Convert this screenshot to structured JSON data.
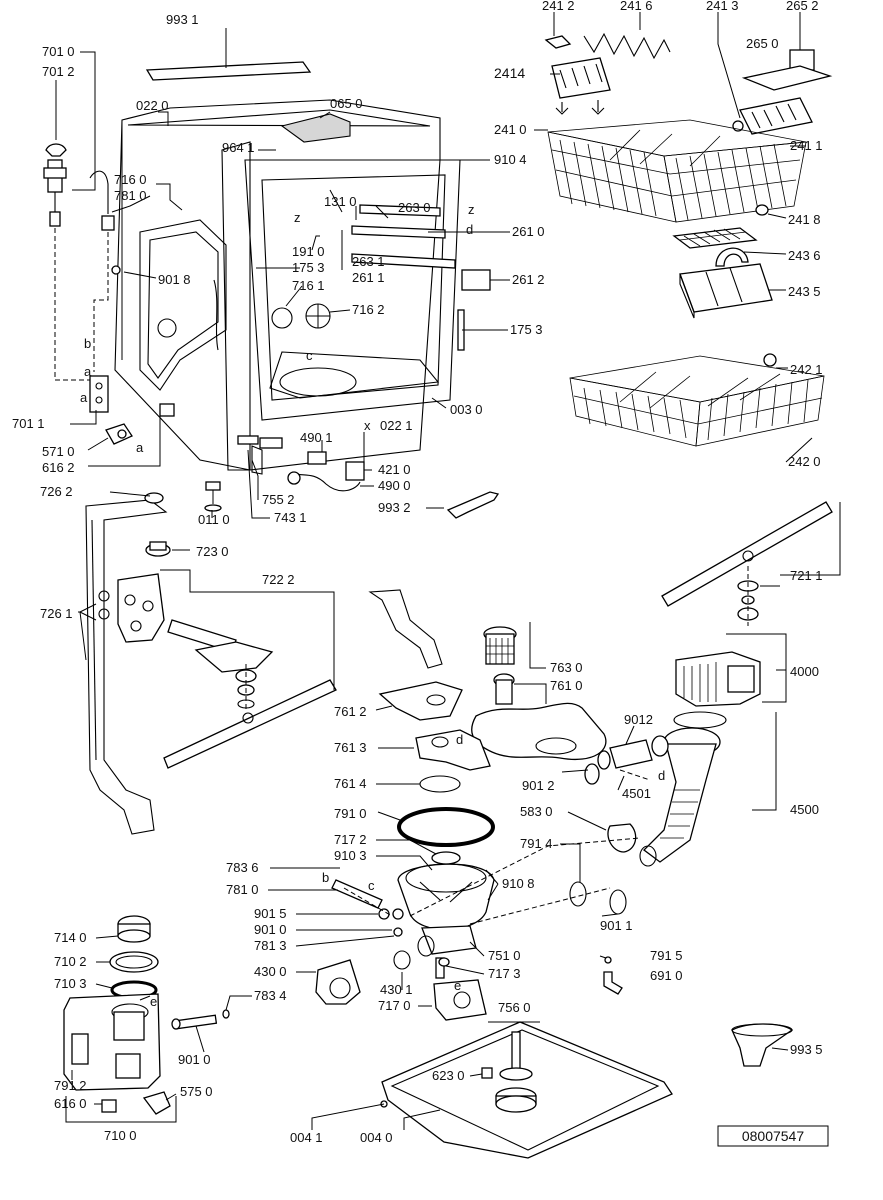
{
  "doc_code": "08007547",
  "labels": {
    "l_9931": "993 1",
    "l_7010": "701 0",
    "l_7012": "701 2",
    "l_0220": "022 0",
    "l_0650": "065 0",
    "l_9641": "964 1",
    "l_9104": "910 4",
    "l_7160": "716 0",
    "l_7810": "781 0",
    "l_1310": "131 0",
    "l_2630": "263 0",
    "l_1910": "191 0",
    "l_1753a": "175 3",
    "l_2631": "263 1",
    "l_2611": "261 1",
    "l_2610": "261 0",
    "l_2612": "261 2",
    "l_9018": "901 8",
    "l_7161": "716 1",
    "l_7162": "716 2",
    "l_1753b": "175 3",
    "l_0030": "003 0",
    "l_7011": "701 1",
    "l_5710": "571 0",
    "l_6162": "616 2",
    "l_4901": "490 1",
    "l_0221": "022 1",
    "l_4210": "421 0",
    "l_4900": "490 0",
    "l_7552": "755 2",
    "l_7431": "743 1",
    "l_0110": "011 0",
    "l_9932": "993 2",
    "l_2412": "241 2",
    "l_2416": "241 6",
    "l_2413": "241 3",
    "l_2652": "265 2",
    "l_2650": "265 0",
    "l_2414": "2414",
    "l_2410": "241 0",
    "l_2411": "241 1",
    "l_2418": "241 8",
    "l_2436": "243 6",
    "l_2435": "243 5",
    "l_2421": "242 1",
    "l_2420": "242 0",
    "l_7262": "726 2",
    "l_7230": "723 0",
    "l_7222": "722 2",
    "l_7261": "726 1",
    "l_7211": "721 1",
    "l_7630": "763 0",
    "l_7610": "761 0",
    "l_4000": "4000",
    "l_7612": "761 2",
    "l_9012a": "9012",
    "l_7613": "761 3",
    "l_7614": "761 4",
    "l_9012b": "901 2",
    "l_4501": "4501",
    "l_4500": "4500",
    "l_5830": "583 0",
    "l_7910": "791 0",
    "l_7914": "791 4",
    "l_7172": "717 2",
    "l_9103": "910 3",
    "l_7836": "783 6",
    "l_9108": "910 8",
    "l_7810b": "781 0",
    "l_9015": "901 5",
    "l_9010": "901 0",
    "l_7813": "781 3",
    "l_9011": "901 1",
    "l_7140": "714 0",
    "l_7510": "751 0",
    "l_7102": "710 2",
    "l_4300": "430 0",
    "l_7173": "717 3",
    "l_7915": "791 5",
    "l_6910": "691 0",
    "l_7103": "710 3",
    "l_4301": "430 1",
    "l_7834": "783 4",
    "l_7170": "717 0",
    "l_7560": "756 0",
    "l_9010b": "901 0",
    "l_9935": "993 5",
    "l_7912": "791 2",
    "l_6230": "623 0",
    "l_5750": "575 0",
    "l_6160": "616 0",
    "l_7100": "710 0",
    "l_0041": "004 1",
    "l_0040": "004 0",
    "l_a1": "a",
    "l_b1": "b",
    "l_a2": "a",
    "l_a3": "a",
    "l_c1": "c",
    "l_z1": "z",
    "l_z2": "z",
    "l_x1": "x",
    "l_d1": "d",
    "l_d2": "d",
    "l_d3": "d",
    "l_b2": "b",
    "l_c2": "c",
    "l_e1": "e",
    "l_e2": "e"
  }
}
